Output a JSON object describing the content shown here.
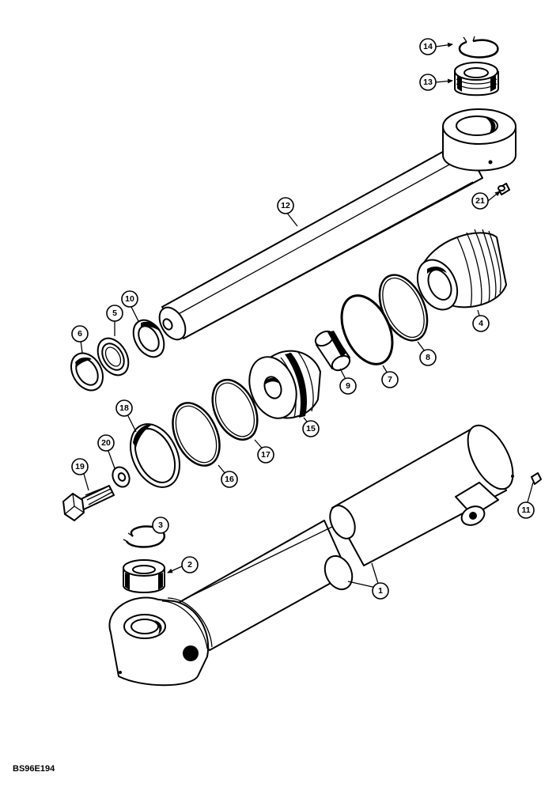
{
  "drawing_code": "BS96E194",
  "callouts": {
    "c1": "1",
    "c2": "2",
    "c3": "3",
    "c4": "4",
    "c5": "5",
    "c6": "6",
    "c7": "7",
    "c8": "8",
    "c9": "9",
    "c10": "10",
    "c11": "11",
    "c12": "12",
    "c13": "13",
    "c14": "14",
    "c15": "15",
    "c16": "16",
    "c17": "17",
    "c18": "18",
    "c19": "19",
    "c20": "20",
    "c21": "21"
  }
}
